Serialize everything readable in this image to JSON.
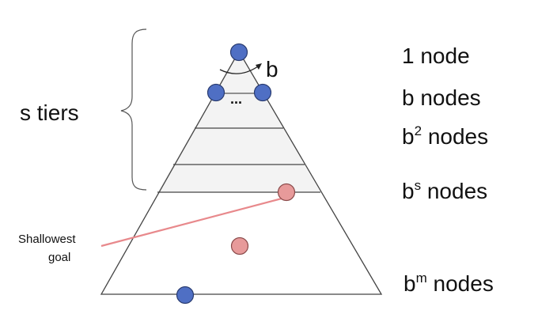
{
  "left_label": "s tiers",
  "goal_label": [
    "Shallowest",
    "goal"
  ],
  "branch_label": "b",
  "ellipsis": "...",
  "levels": [
    {
      "base": "1 node",
      "sup": "",
      "rest": ""
    },
    {
      "base": "b nodes",
      "sup": "",
      "rest": ""
    },
    {
      "base": "b",
      "sup": "2",
      "rest": " nodes"
    },
    {
      "base": "b",
      "sup": "s",
      "rest": " nodes"
    },
    {
      "base": "b",
      "sup": "m",
      "rest": " nodes"
    }
  ],
  "colors": {
    "node": "#4f6fc4",
    "goal": "#e79a9a",
    "pointer": "#e8898c",
    "tier_fill": "#f2f2f2"
  }
}
